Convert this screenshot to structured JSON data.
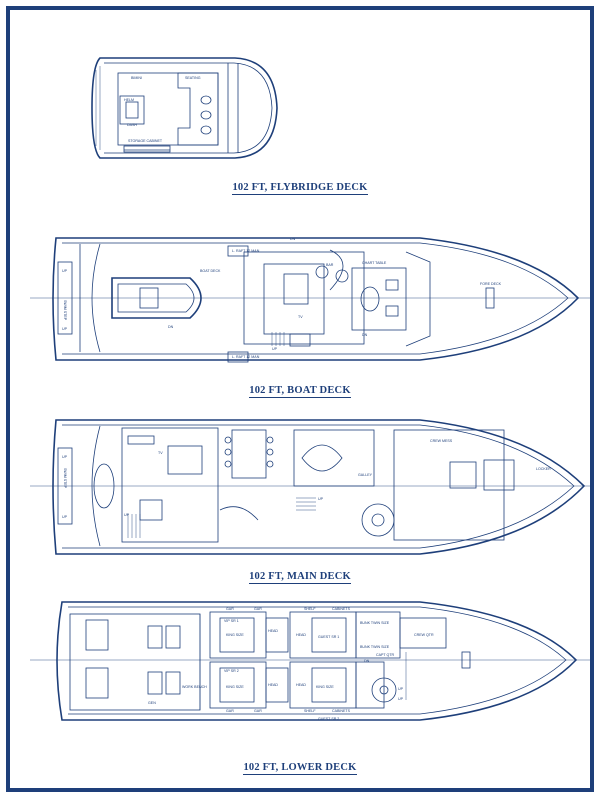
{
  "captions": {
    "flybridge": "102 FT, FLYBRIDGE DECK",
    "boat": "102 FT, BOAT DECK",
    "main": "102 FT, MAIN DECK",
    "lower": "102 FT, LOWER DECK"
  },
  "flybridge_labels": {
    "bimini": "BIMINI",
    "seating": "SEATING",
    "helm": "HELM",
    "dash": "DASH",
    "storage": "STORAGE CABINET"
  },
  "boat_labels": {
    "boat_deck": "BOAT DECK",
    "fore_deck": "FORE DECK",
    "swim_step": "SWIM STEP",
    "raft_top": "L. RAFT 12 MAN",
    "raft_bottom": "L. RAFT 12 MAN",
    "dn_top": "DN",
    "dn_tender": "DN",
    "dn_stair": "DN",
    "up_stair": "UP",
    "up_aft_1": "UP",
    "up_aft_2": "UP",
    "bar": "BAR",
    "chart_table": "CHART TABLE",
    "tv": "TV",
    "dn_right": "DN"
  },
  "main_labels": {
    "swim_step": "SWIM STEP",
    "up_1": "UP",
    "up_2": "UP",
    "up_3": "UP",
    "up_4": "UP",
    "tv": "TV",
    "locker": "LOCKER",
    "crew_mess": "CREW MESS",
    "galley": "GALLEY"
  },
  "lower_labels": {
    "vip1": "VIP SR 1",
    "vip2": "VIP SR 2",
    "king1": "KING SIZE",
    "king2": "KING SIZE",
    "king3": "KING SIZE",
    "guest1": "GUEST SR 1",
    "guest2": "GUEST SR 2",
    "bunk1": "BUNK TWIN SIZE",
    "bunk2": "BUNK TWIN SIZE",
    "capt": "CAPT QTR",
    "crew": "CREW QTR",
    "head1": "HEAD",
    "head2": "HEAD",
    "head3": "HEAD",
    "head4": "HEAD",
    "gar1": "GAR",
    "gar2": "GAR",
    "gar3": "GAR",
    "gar4": "GAR",
    "shelf1": "SHELF",
    "shelf2": "SHELF",
    "cab1": "CABINETS",
    "cab2": "CABINETS",
    "workbench": "WORK BENCH",
    "gen": "GEN",
    "up_1": "UP",
    "up_2": "UP",
    "dn": "DN"
  }
}
